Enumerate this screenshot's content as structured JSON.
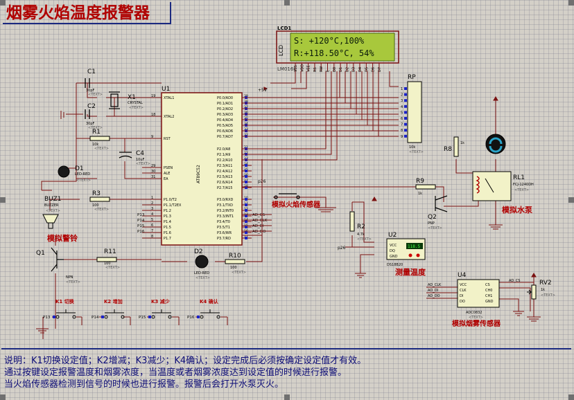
{
  "title": "烟雾火焰温度报警器",
  "lcd": {
    "ref": "LCD1",
    "part": "LM016L",
    "side_label": "LCD",
    "line1": "S: +120°C,100%",
    "line2": "R:+118.50°C, 54%",
    "pins": [
      "VSS",
      "VDD",
      "VEE",
      "RS",
      "RW",
      "E",
      "D0",
      "D1",
      "D2",
      "D3",
      "D4",
      "D5",
      "D6",
      "D7"
    ]
  },
  "mcu": {
    "ref": "U1",
    "part": "AT89C52",
    "left_pins": [
      {
        "num": "19",
        "name": "XTAL1"
      },
      {
        "num": "18",
        "name": "XTAL2"
      },
      {
        "num": "9",
        "name": "RST"
      },
      {
        "num": "29",
        "name": "PSEN"
      },
      {
        "num": "30",
        "name": "ALE"
      },
      {
        "num": "31",
        "name": "EA"
      },
      {
        "num": "1",
        "name": "P1.0/T2"
      },
      {
        "num": "2",
        "name": "P1.1/T2EX"
      },
      {
        "num": "3",
        "name": "P1.2"
      },
      {
        "num": "4",
        "name": "P1.3"
      },
      {
        "num": "5",
        "name": "P1.4"
      },
      {
        "num": "6",
        "name": "P1.5"
      },
      {
        "num": "7",
        "name": "P1.6"
      },
      {
        "num": "8",
        "name": "P1.7"
      }
    ],
    "right_pins": [
      {
        "num": "39",
        "name": "P0.0/AD0"
      },
      {
        "num": "38",
        "name": "P0.1/AD1"
      },
      {
        "num": "37",
        "name": "P0.2/AD2"
      },
      {
        "num": "36",
        "name": "P0.3/AD3"
      },
      {
        "num": "35",
        "name": "P0.4/AD4"
      },
      {
        "num": "34",
        "name": "P0.5/AD5"
      },
      {
        "num": "33",
        "name": "P0.6/AD6"
      },
      {
        "num": "32",
        "name": "P0.7/AD7"
      },
      {
        "num": "21",
        "name": "P2.0/A8"
      },
      {
        "num": "22",
        "name": "P2.1/A9"
      },
      {
        "num": "23",
        "name": "P2.2/A10"
      },
      {
        "num": "24",
        "name": "P2.3/A11"
      },
      {
        "num": "25",
        "name": "P2.4/A12"
      },
      {
        "num": "26",
        "name": "P2.5/A13"
      },
      {
        "num": "27",
        "name": "P2.6/A14"
      },
      {
        "num": "28",
        "name": "P2.7/A15"
      },
      {
        "num": "10",
        "name": "P3.0/RXD"
      },
      {
        "num": "11",
        "name": "P3.1/TXD"
      },
      {
        "num": "12",
        "name": "P3.2/INT0"
      },
      {
        "num": "13",
        "name": "P3.3/INT1"
      },
      {
        "num": "14",
        "name": "P3.4/T0"
      },
      {
        "num": "15",
        "name": "P3.5/T1"
      },
      {
        "num": "16",
        "name": "P3.6/WR"
      },
      {
        "num": "17",
        "name": "P3.7/RD"
      }
    ],
    "left_net_labels": [
      "P13",
      "P14",
      "P15",
      "P16"
    ],
    "right_net_labels": [
      "AD_CS",
      "AD_CLK",
      "AD_DI",
      "AD_DO"
    ],
    "net_p26": "p26"
  },
  "components": {
    "c1": {
      "ref": "C1",
      "value": "30pF",
      "text": "<TEXT>"
    },
    "c2": {
      "ref": "C2",
      "value": "30pF",
      "text": "<TEXT>"
    },
    "x1": {
      "ref": "X1",
      "value": "CRYSTAL",
      "text": "<TEXT>"
    },
    "r1": {
      "ref": "R1",
      "value": "10k",
      "text": "<TEXT>"
    },
    "c4": {
      "ref": "C4",
      "value": "10uF",
      "text": "<TEXT>"
    },
    "d1": {
      "ref": "D1",
      "value": "LED-RED",
      "text": "<TEXT>"
    },
    "r3": {
      "ref": "R3",
      "value": "100",
      "text": "<TEXT>"
    },
    "buz1": {
      "ref": "BUZ1",
      "value": "BUZZER",
      "text": "<TEXT>"
    },
    "q1": {
      "ref": "Q1",
      "value": "NPN",
      "text": "<TEXT>"
    },
    "r11": {
      "ref": "R11",
      "value": "100",
      "text": "<TEXT>"
    },
    "d2": {
      "ref": "D2",
      "value": "LED-RED",
      "text": "<TEXT>"
    },
    "r10": {
      "ref": "R10",
      "value": "100",
      "text": "<TEXT>"
    },
    "rp": {
      "ref": "RP",
      "value": "10k",
      "text": "<TEXT>"
    },
    "r8": {
      "ref": "R8",
      "value": "1k",
      "text": "<TEXT>"
    },
    "rl1": {
      "ref": "RL1",
      "value": "FCJ-1240DH",
      "text": "<TEXT>"
    },
    "r9": {
      "ref": "R9",
      "value": "1k",
      "text": "<TEXT>"
    },
    "q2": {
      "ref": "Q2",
      "value": "PNP",
      "text": "<TEXT>"
    },
    "r2": {
      "ref": "R2",
      "value": "4.7k",
      "text": "<TEXT>"
    },
    "u2": {
      "ref": "U2",
      "value": "DS18B20",
      "pins": [
        "VCC",
        "DQ",
        "GND"
      ],
      "reading": "118.5",
      "text": "<TEXT>"
    },
    "u4": {
      "ref": "U4",
      "value": "ADC0832",
      "left_pins": [
        "VCC",
        "CLK",
        "DI",
        "DO"
      ],
      "right_pins": [
        "CS",
        "CH0",
        "CH1",
        "GND"
      ],
      "text": "<TEXT>"
    },
    "rv2": {
      "ref": "RV2",
      "value": "1k",
      "text": "<TEXT>"
    },
    "vcc_label": "+5V"
  },
  "annotations": {
    "flame_sensor": "模拟火焰传感器",
    "water_pump": "模拟水泵",
    "alarm_bell": "模拟警铃",
    "measure_temp": "测量温度",
    "smoke_sensor": "模拟烟雾传感器"
  },
  "keys": [
    {
      "name": "K1 切换",
      "net": "P13"
    },
    {
      "name": "K2 增加",
      "net": "P14"
    },
    {
      "name": "K3 减少",
      "net": "P15"
    },
    {
      "name": "K4 确认",
      "net": "P16"
    }
  ],
  "notes": [
    "说明：K1切换设定值；K2增减；K3减少；K4确认；设定完成后必须按确定设定值才有效。",
    "通过按键设定报警温度和烟雾浓度，当温度或者烟雾浓度达到设定值的时候进行报警。",
    "当火焰传感器检测到信号的时候也进行报警。报警后会打开水泵灭火。"
  ],
  "colors": {
    "wire": "#7a1010",
    "component": "#000000",
    "label": "#00004e",
    "annotation": "#b00000",
    "lcd_bg": "#a8c83c",
    "note_text": "#0d0d78",
    "pin_marker": "#1a22c8"
  }
}
